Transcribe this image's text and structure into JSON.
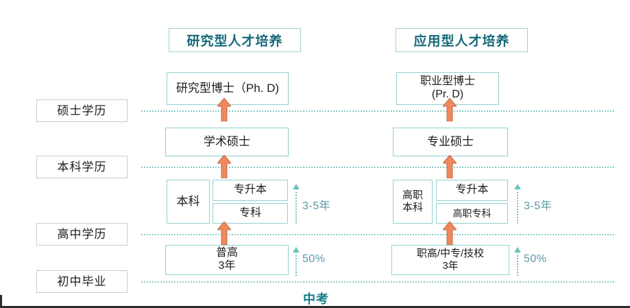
{
  "diagram": {
    "title_left": "研究型人才培养",
    "title_right": "应用型人才培养",
    "footer_label": "中考",
    "colors": {
      "teal_border": "#8fd0ce",
      "teal_text": "#16697a",
      "arrow_orange": "#f0885c",
      "guide_dotted": "#7fc9c6",
      "measure_text": "#5a9aa5",
      "level_border": "#c3cdd8"
    }
  },
  "levels": [
    {
      "label": "硕士学历"
    },
    {
      "label": "本科学历"
    },
    {
      "label": "高中学历"
    },
    {
      "label": "初中毕业"
    }
  ],
  "columns": {
    "research": {
      "header": "研究型人才培养",
      "nodes": [
        {
          "name": "doctorate",
          "text": "研究型博士（Ph. D)"
        },
        {
          "name": "master",
          "text": "学术硕士"
        },
        {
          "name": "bachelor",
          "text": "本科"
        },
        {
          "name": "upgrade",
          "text": "专升本"
        },
        {
          "name": "associate",
          "text": "专科"
        },
        {
          "name": "highschool",
          "text": "普高\n3年"
        }
      ],
      "measures": [
        {
          "name": "duration",
          "text": "3-5年"
        },
        {
          "name": "ratio",
          "text": "50%"
        }
      ]
    },
    "applied": {
      "header": "应用型人才培养",
      "nodes": [
        {
          "name": "doctorate",
          "text": "职业型博士\n(Pr. D)"
        },
        {
          "name": "master",
          "text": "专业硕士"
        },
        {
          "name": "bachelor",
          "text": "高职\n本科"
        },
        {
          "name": "upgrade",
          "text": "专升本"
        },
        {
          "name": "associate",
          "text": "高职专科"
        },
        {
          "name": "highschool",
          "text": "职高/中专/技校\n3年"
        }
      ],
      "measures": [
        {
          "name": "duration",
          "text": "3-5年"
        },
        {
          "name": "ratio",
          "text": "50%"
        }
      ]
    }
  }
}
